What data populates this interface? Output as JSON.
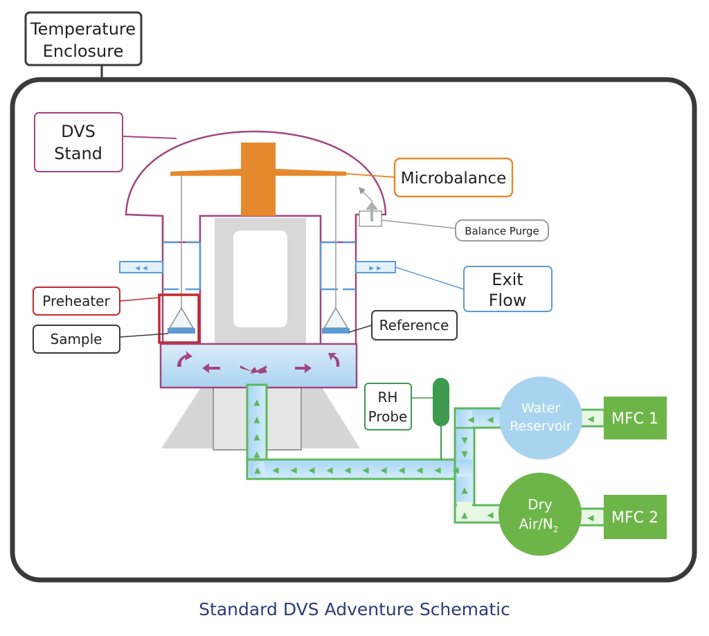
{
  "labels": {
    "temperature_enclosure_line1": "Temperature",
    "temperature_enclosure_line2": "Enclosure",
    "dvs_stand_line1": "DVS",
    "dvs_stand_line2": "Stand",
    "microbalance": "Microbalance",
    "balance_purge": "Balance Purge",
    "exit_flow_line1": "Exit",
    "exit_flow_line2": "Flow",
    "preheater": "Preheater",
    "sample": "Sample",
    "reference": "Reference",
    "rh_probe_line1": "RH",
    "rh_probe_line2": "Probe",
    "water_reservoir_line1": "Water",
    "water_reservoir_line2": "Reservoir",
    "dry_air_line1": "Dry",
    "dry_air_line2": "Air/N",
    "dry_air_subscript": "2",
    "mfc1": "MFC 1",
    "mfc2": "MFC 2"
  },
  "caption": "Standard DVS Adventure Schematic",
  "colors": {
    "enclosure": "#3a3a3a",
    "dvs_stand": "#a3457f",
    "microbalance": "#e6892e",
    "exit_flow": "#5b9bd5",
    "preheater": "#c0282e",
    "green_flow": "#5cb85c",
    "mfc": "#6db548",
    "water_reservoir": "#a9d4f0",
    "dry_air": "#6db548",
    "rh_probe": "#3d9a4f",
    "caption": "#2d3a78"
  }
}
